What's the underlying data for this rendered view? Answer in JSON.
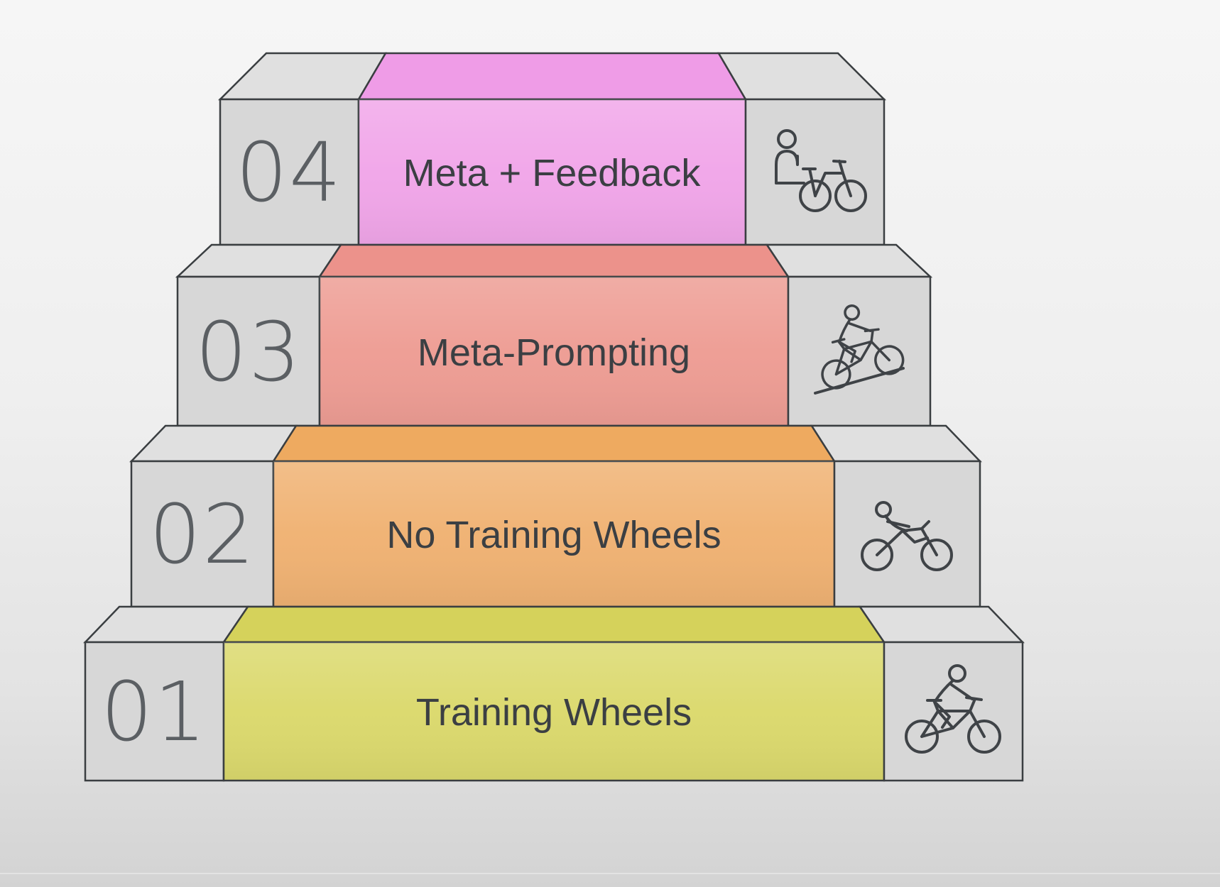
{
  "diagram": {
    "type": "staircase",
    "steps": [
      {
        "number": "04",
        "label": "Meta + Feedback",
        "icon": "person-standing-with-bike",
        "front_color": "#f1a6e9",
        "top_color": "#ef9ce7"
      },
      {
        "number": "03",
        "label": "Meta-Prompting",
        "icon": "cyclist-riding-uphill",
        "front_color": "#ee9d94",
        "top_color": "#ec928b"
      },
      {
        "number": "02",
        "label": "No Training Wheels",
        "icon": "cyclist-on-low-bike",
        "front_color": "#f0b273",
        "top_color": "#eeaa60"
      },
      {
        "number": "01",
        "label": "Training Wheels",
        "icon": "cyclist-riding",
        "front_color": "#dbd96d",
        "top_color": "#d5d25b"
      }
    ]
  },
  "colors": {
    "gray_front": "#d7d7d7",
    "gray_top": "#e0e0e0",
    "outline": "#3a3e41",
    "number_text": "#5b5f63",
    "label_text": "#3b3f43"
  }
}
